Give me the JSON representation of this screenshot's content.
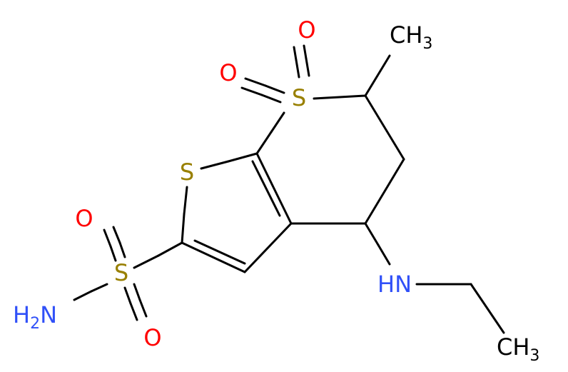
{
  "colors": {
    "bond": "#000000",
    "sulfur": "#998000",
    "oxygen": "#ff0000",
    "nitrogen": "#3050f8",
    "carbon": "#000000"
  },
  "atoms": {
    "s_sulfone": "S",
    "o_top": "O",
    "o_left": "O",
    "methyl_c": "CH",
    "methyl_sub": "3",
    "s_thiophene": "S",
    "s_sulfonamide": "S",
    "o_sulfonamide_top": "O",
    "o_sulfonamide_bottom": "O",
    "nh2_main": "H",
    "nh2_sub": "2",
    "nh2_n": "N",
    "amine": "HN",
    "ethyl_c": "CH",
    "ethyl_sub": "3"
  }
}
